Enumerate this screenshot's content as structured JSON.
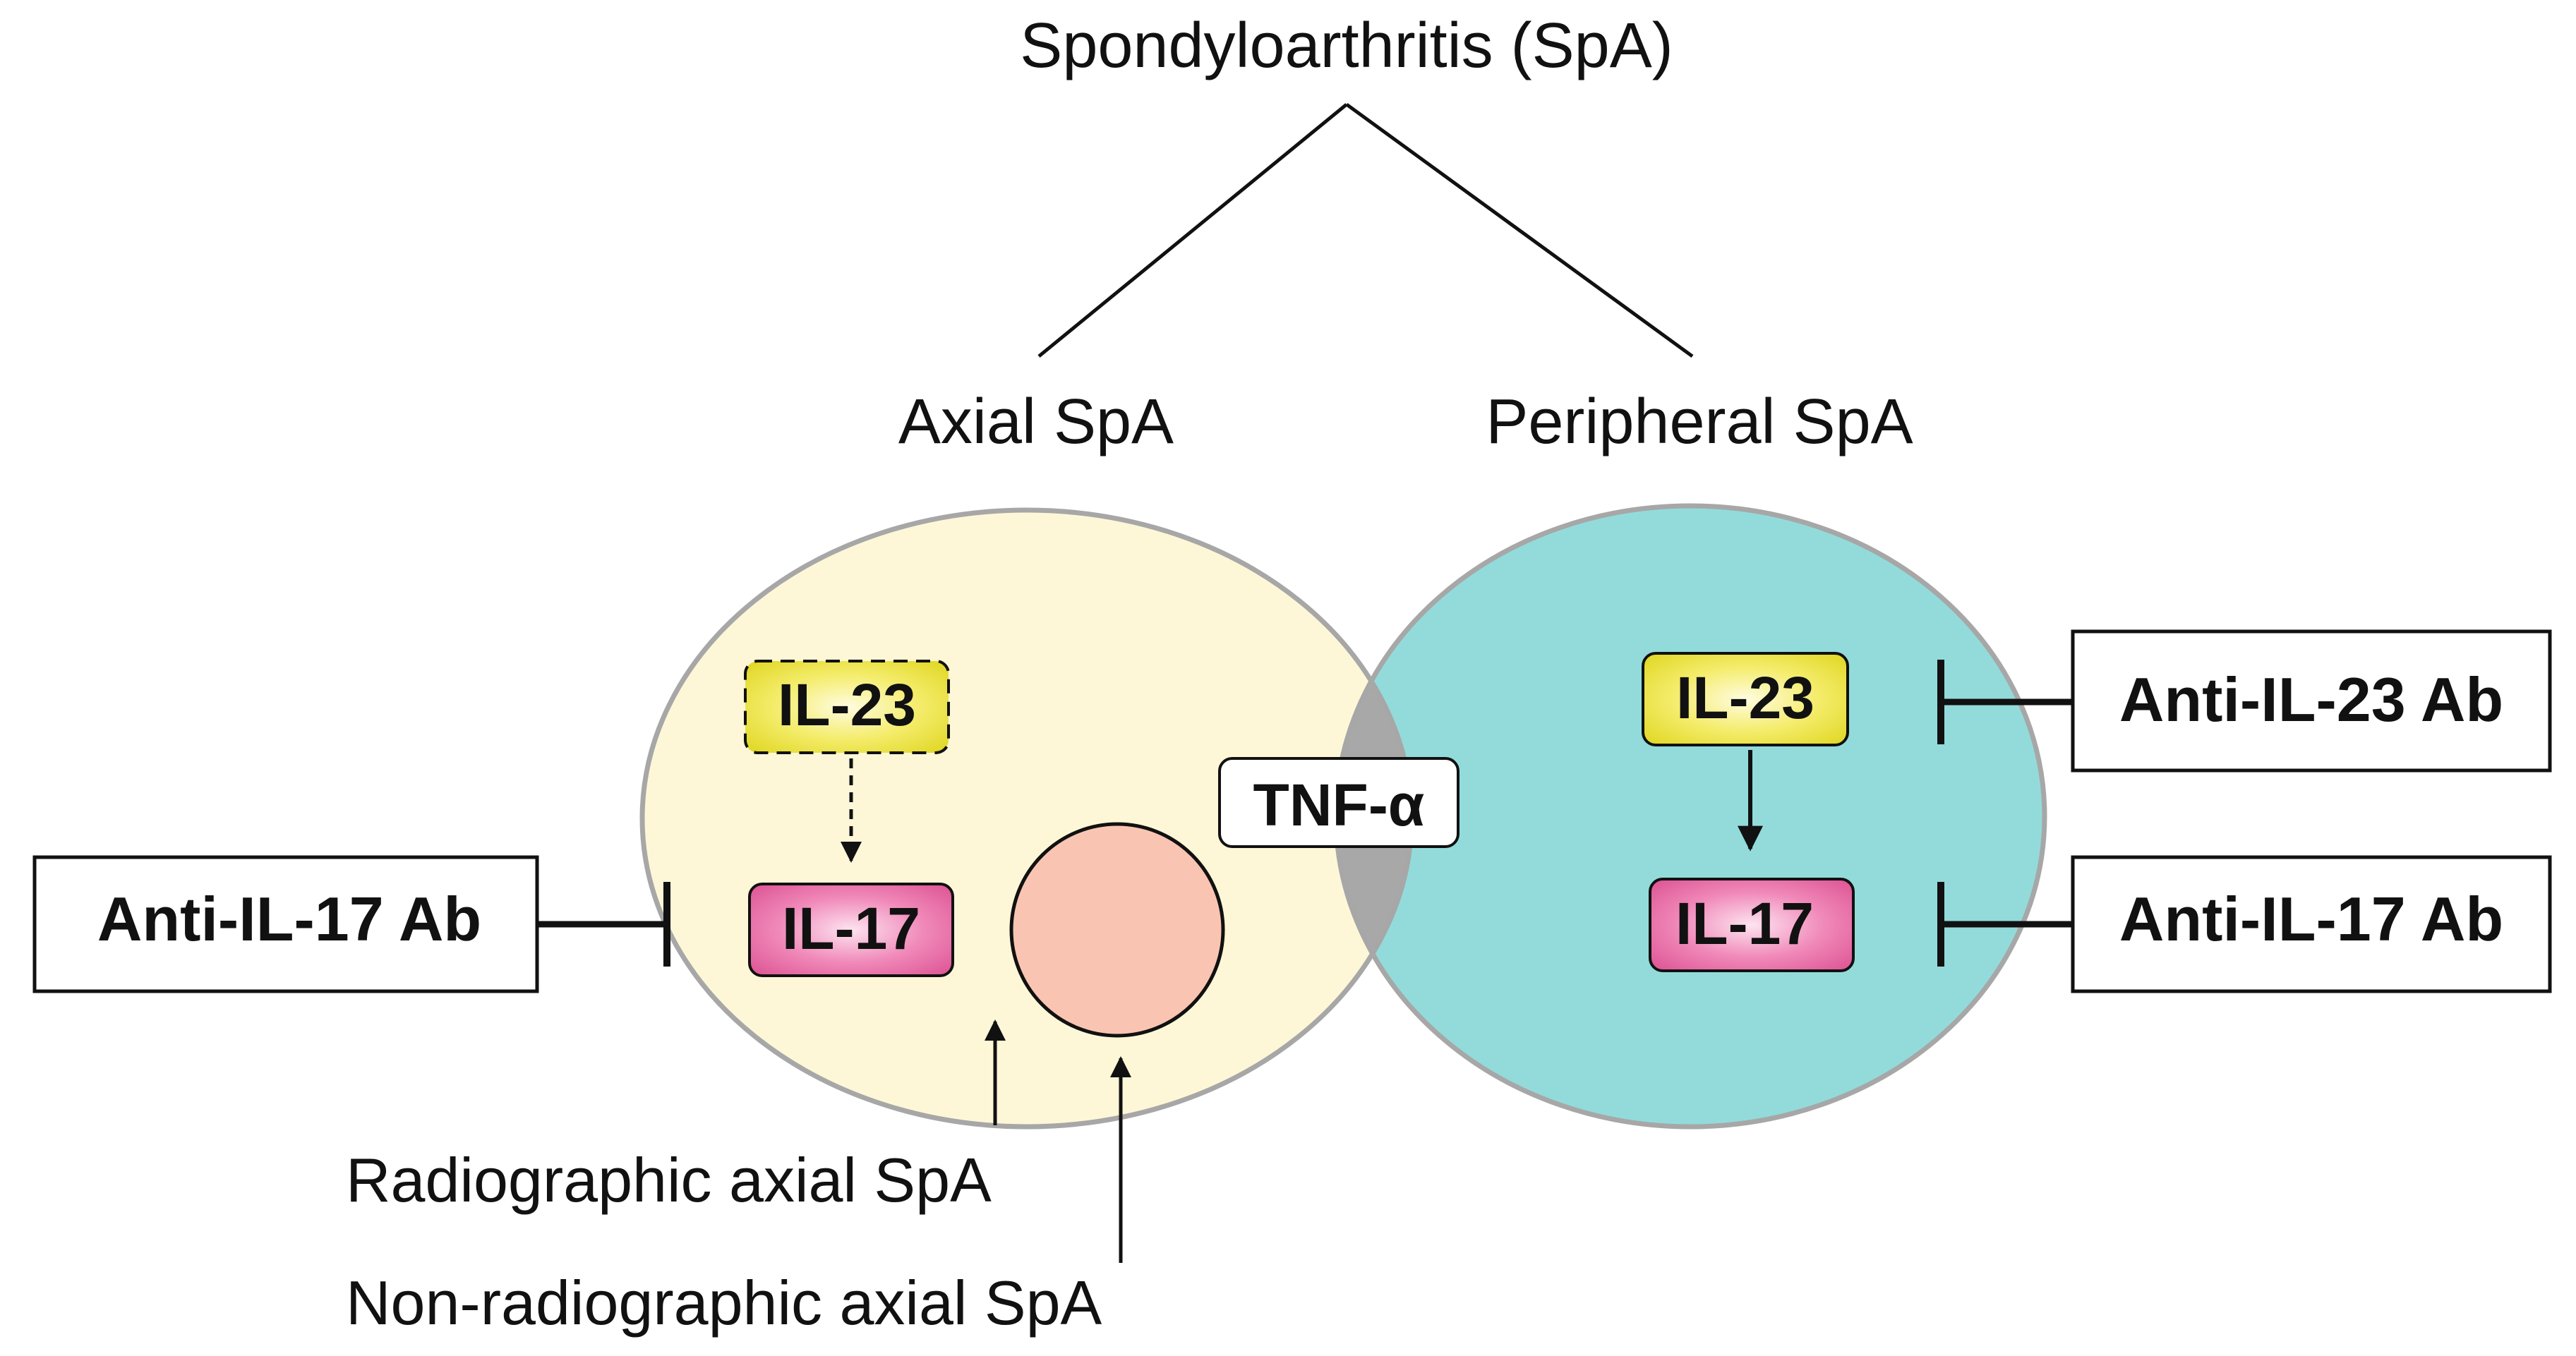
{
  "title": "Spondyloarthritis (SpA)",
  "branches": {
    "axial": "Axial SpA",
    "peripheral": "Peripheral SpA"
  },
  "axial_cytokines": {
    "il23": "IL-23",
    "il17": "IL-17"
  },
  "peripheral_cytokines": {
    "il23": "IL-23",
    "il17": "IL-17"
  },
  "shared": {
    "tnf": "TNF-α"
  },
  "antibodies": {
    "left_il17": "Anti-IL-17 Ab",
    "right_il23": "Anti-IL-23 Ab",
    "right_il17": "Anti-IL-17 Ab"
  },
  "subtypes": {
    "radiographic": "Radiographic axial SpA",
    "non_radiographic": "Non-radiographic axial SpA"
  },
  "colors": {
    "axial_fill": "#fdf7d7",
    "peripheral_fill": "#93dbdb",
    "overlap_fill": "#a8a8a8",
    "outline": "#a7a7a7",
    "il23_fill": "#ece43a",
    "il17_fill": "#e66aa5",
    "inner_circle": "#f9c5b2"
  }
}
